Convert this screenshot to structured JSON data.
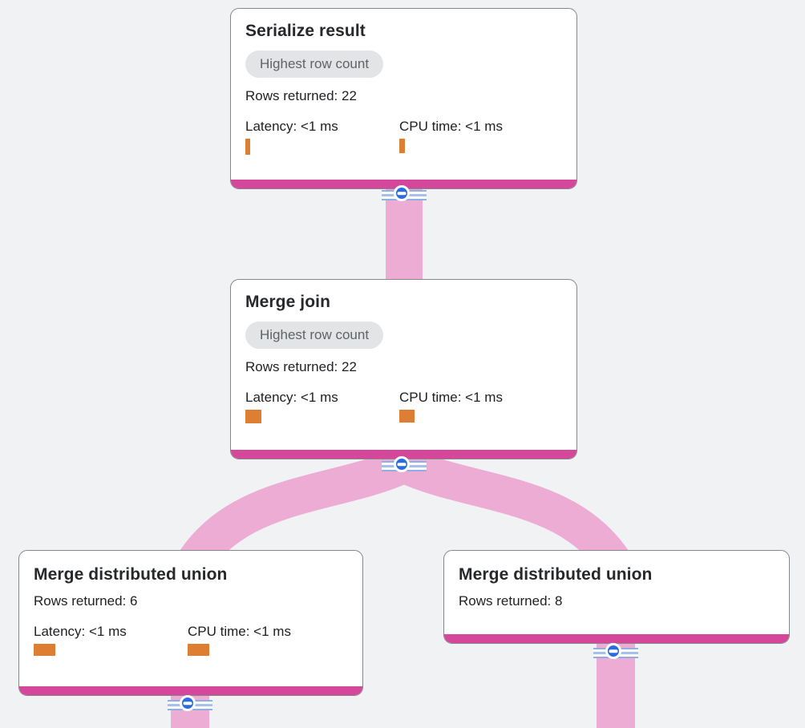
{
  "app": {
    "name": "Query execution plan graph"
  },
  "colors": {
    "canvas_bg": "#f0f2f4",
    "card_bg": "#ffffff",
    "card_border": "#84888d",
    "card_bottom_bar": "#d5479a",
    "edge_ribbon": "#ecacd4",
    "stat_bar": "#dd7e33",
    "collapse_button_blue": "#2a6be0",
    "collapse_stripe_blue": "#8fafe3",
    "badge_bg": "#e3e4e5",
    "badge_text": "#5f6368",
    "body_text": "#202124"
  },
  "icons": {
    "collapse": "minus-in-circle"
  },
  "nodes": [
    {
      "title": "Serialize result",
      "badge": "Highest row count",
      "rows_returned": "Rows returned: 22",
      "latency": "Latency: <1 ms",
      "cpu_time": "CPU time: <1 ms",
      "latency_bar_style": "width:6px;height:20px",
      "cpu_bar_style": "width:7px;height:18px"
    },
    {
      "title": "Merge join",
      "badge": "Highest row count",
      "rows_returned": "Rows returned: 22",
      "latency": "Latency: <1 ms",
      "cpu_time": "CPU time: <1 ms",
      "latency_bar_style": "width:20px;height:17px",
      "cpu_bar_style": "width:19px;height:16px"
    },
    {
      "title": "Merge distributed union",
      "rows_returned": "Rows returned: 6",
      "latency": "Latency: <1 ms",
      "cpu_time": "CPU time: <1 ms",
      "latency_bar_style": "width:27px;height:15px",
      "cpu_bar_style": "width:27px;height:15px"
    },
    {
      "title": "Merge distributed union",
      "rows_returned": "Rows returned: 8"
    }
  ]
}
